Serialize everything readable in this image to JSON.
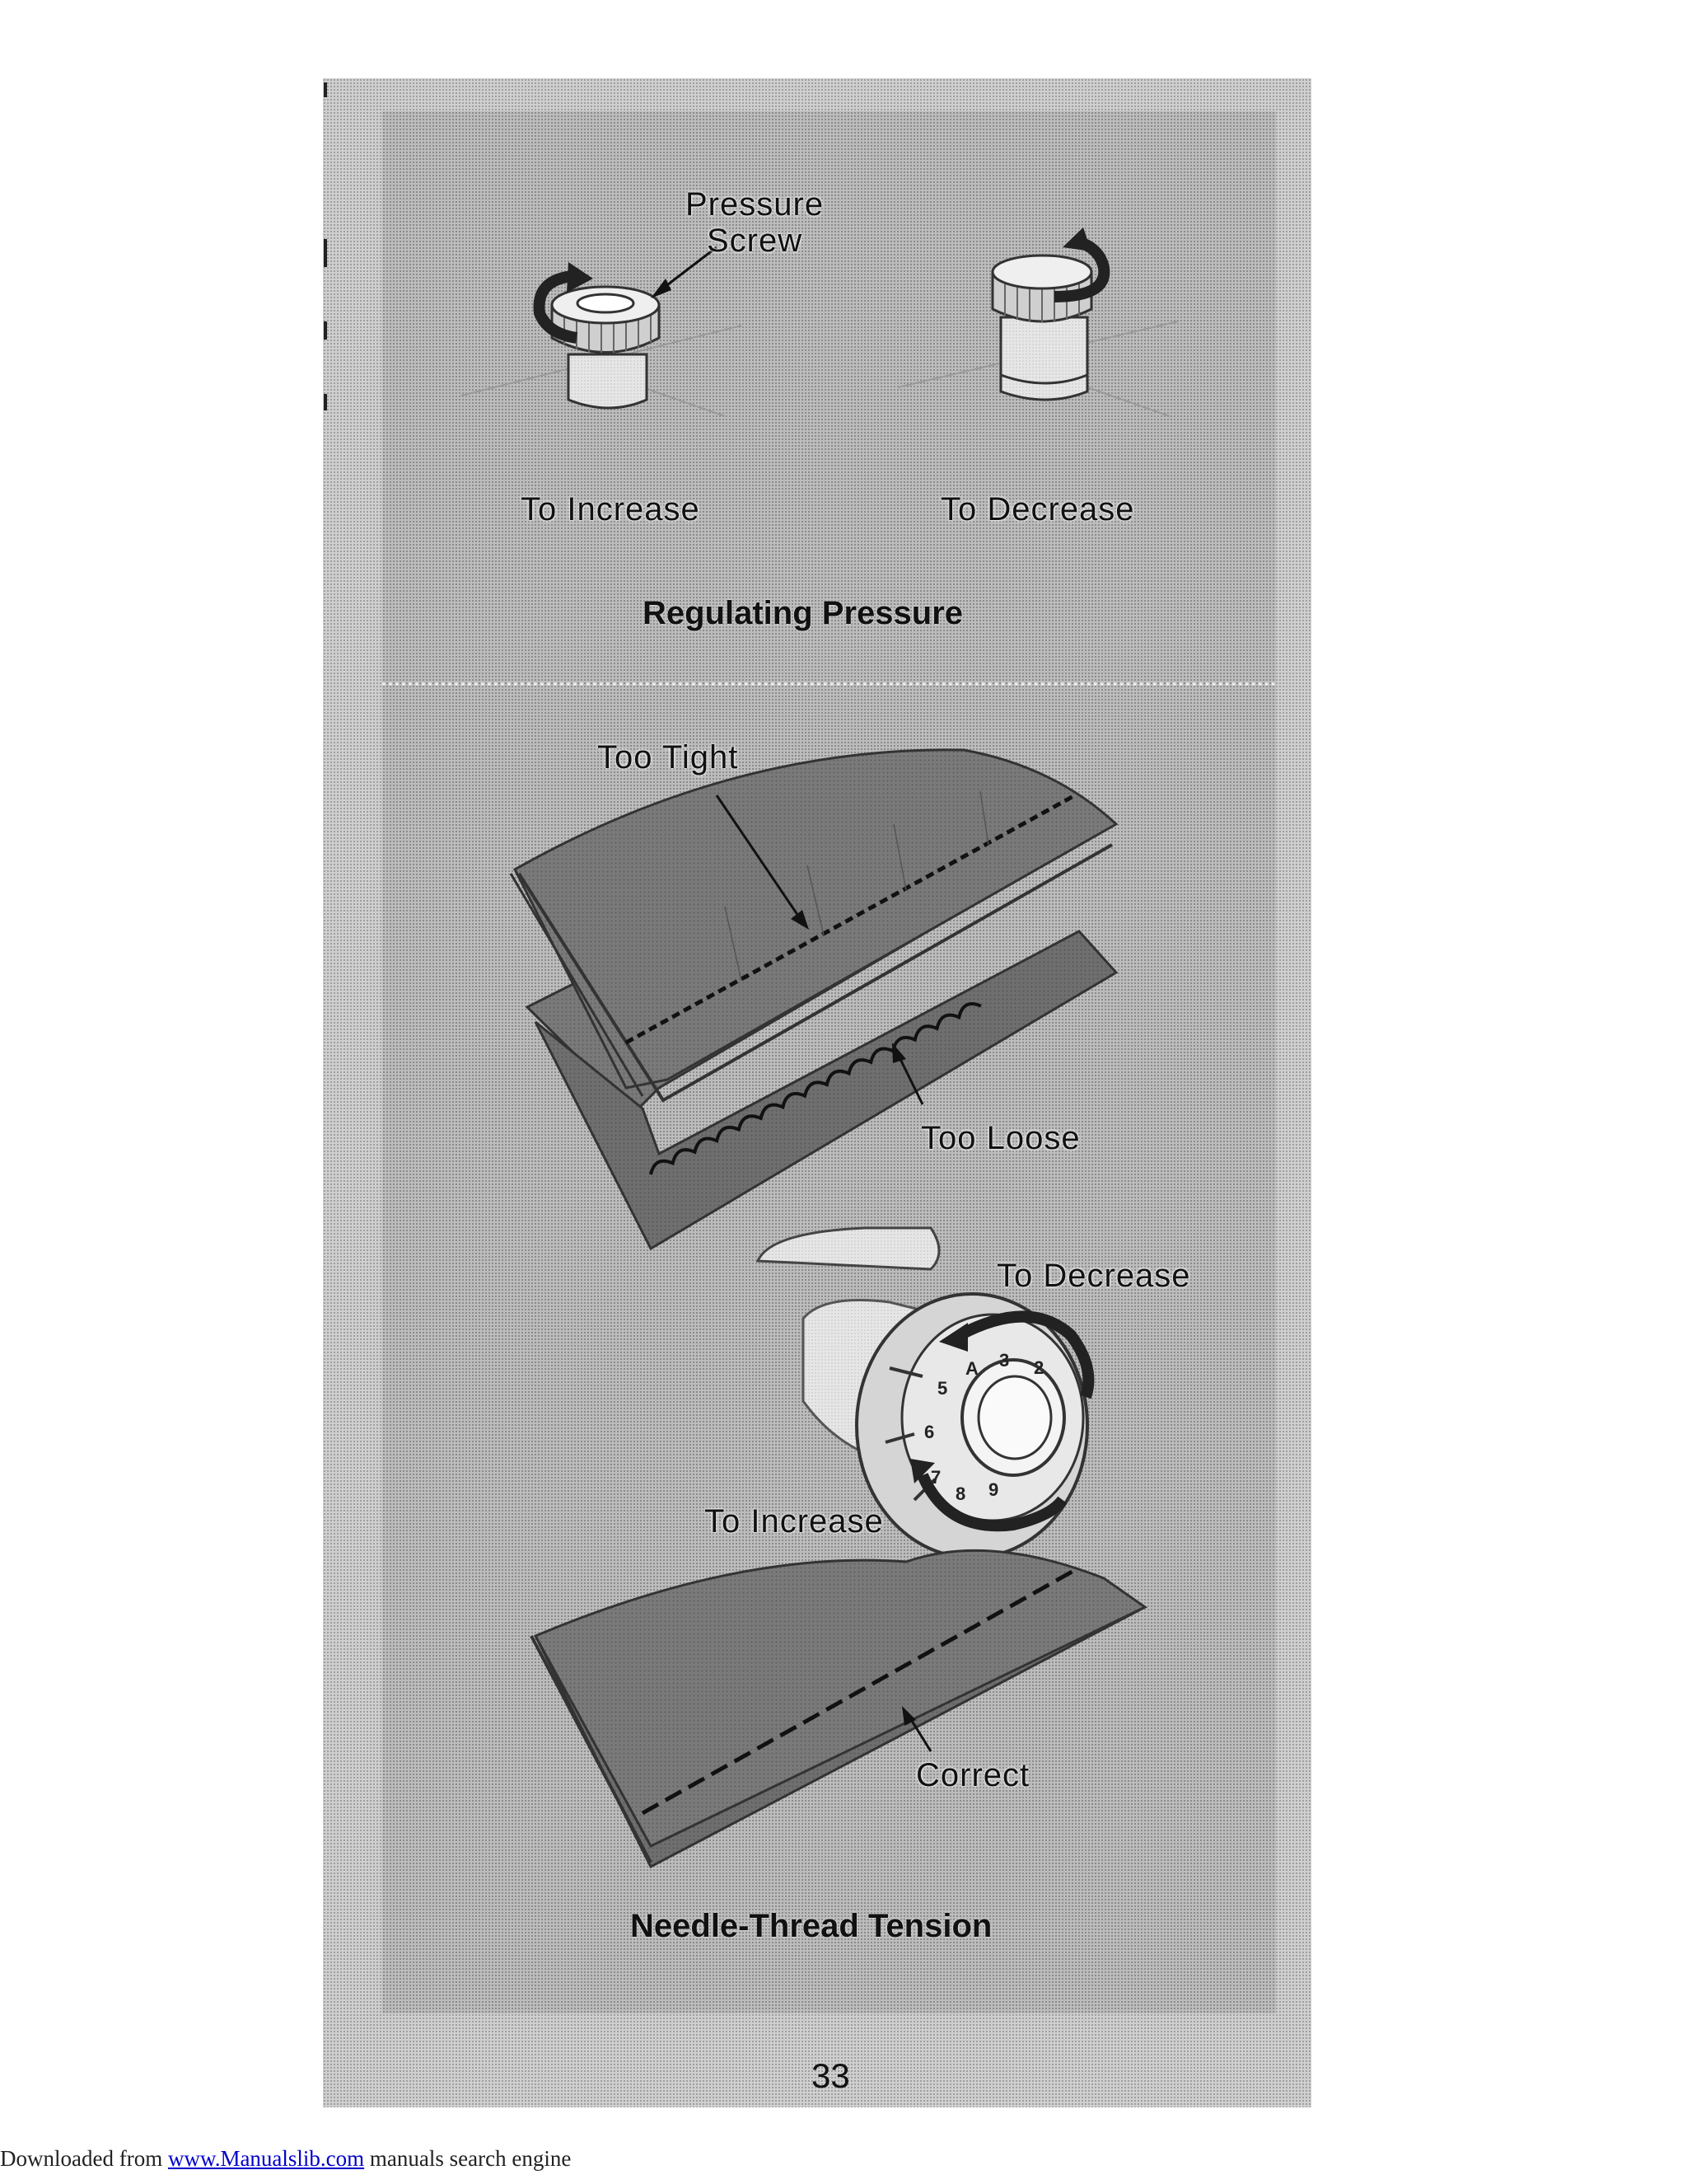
{
  "labels": {
    "pressure_screw": "Pressure\nScrew",
    "to_increase_top": "To Increase",
    "to_decrease_top": "To Decrease",
    "too_tight": "Too Tight",
    "too_loose": "Too Loose",
    "to_decrease_dial": "To Decrease",
    "to_increase_dial": "To Increase",
    "correct": "Correct"
  },
  "dial_numbers": [
    "A",
    "3",
    "2",
    "5",
    "6",
    "7",
    "8",
    "9"
  ],
  "captions": {
    "regulating_pressure": "Regulating Pressure",
    "needle_thread_tension": "Needle-Thread Tension"
  },
  "page_number": "33",
  "footer": {
    "prefix": "Downloaded from ",
    "link_text": "www.Manualslib.com",
    "suffix": " manuals search engine"
  }
}
